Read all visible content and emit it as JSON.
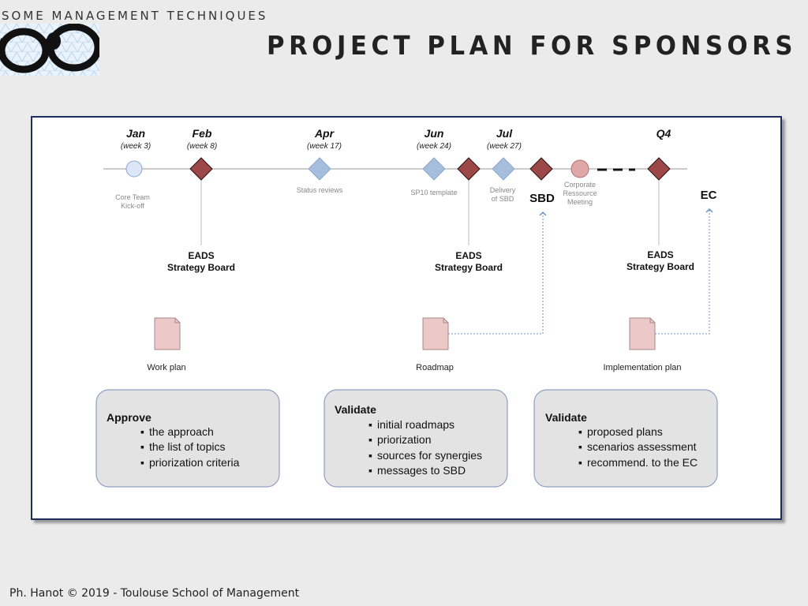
{
  "header": {
    "section": "SOME MANAGEMENT TECHNIQUES",
    "title": "PROJECT PLAN FOR SPONSORS"
  },
  "footer": "Ph. Hanot © 2019  -  Toulouse School of Management",
  "timeline": {
    "months": [
      {
        "label": "Jan",
        "week": "(week 3)"
      },
      {
        "label": "Feb",
        "week": "(week 8)"
      },
      {
        "label": "Apr",
        "week": "(week 17)"
      },
      {
        "label": "Jun",
        "week": "(week 24)"
      },
      {
        "label": "Jul",
        "week": "(week 27)"
      },
      {
        "label": "Q4",
        "week": ""
      }
    ],
    "milestone_labels": {
      "kickoff": [
        "Core Team",
        "Kick-off"
      ],
      "status": "Status reviews",
      "sp10": "SP10 template",
      "delivery": [
        "Delivery",
        "of SBD"
      ],
      "corporate": [
        "Corporate",
        "Ressource",
        "Meeting"
      ]
    },
    "sbd": "SBD",
    "ec": "EC",
    "board": [
      "EADS",
      "Strategy Board"
    ],
    "documents": [
      "Work plan",
      "Roadmap",
      "Implementation plan"
    ]
  },
  "boxes": [
    {
      "title": "Approve",
      "items": [
        "the approach",
        "the  list of topics",
        "priorization criteria"
      ]
    },
    {
      "title": "Validate",
      "items": [
        "initial roadmaps",
        "priorization",
        "sources for synergies",
        "messages to SBD"
      ]
    },
    {
      "title": "Validate",
      "items": [
        "proposed plans",
        "scenarios assessment",
        "recommend. to the EC"
      ]
    }
  ],
  "colors": {
    "blue_milestone": "#a7bddc",
    "red_milestone": "#9c4848",
    "light_circle": "#dbe6f6",
    "pink_circle": "#e0a7a7",
    "document": "#ecc8c8",
    "box_fill": "#e3e3e3",
    "box_border": "#8fa0c0",
    "arrow": "#6f95c8",
    "panel_border": "#1f2d5c"
  }
}
